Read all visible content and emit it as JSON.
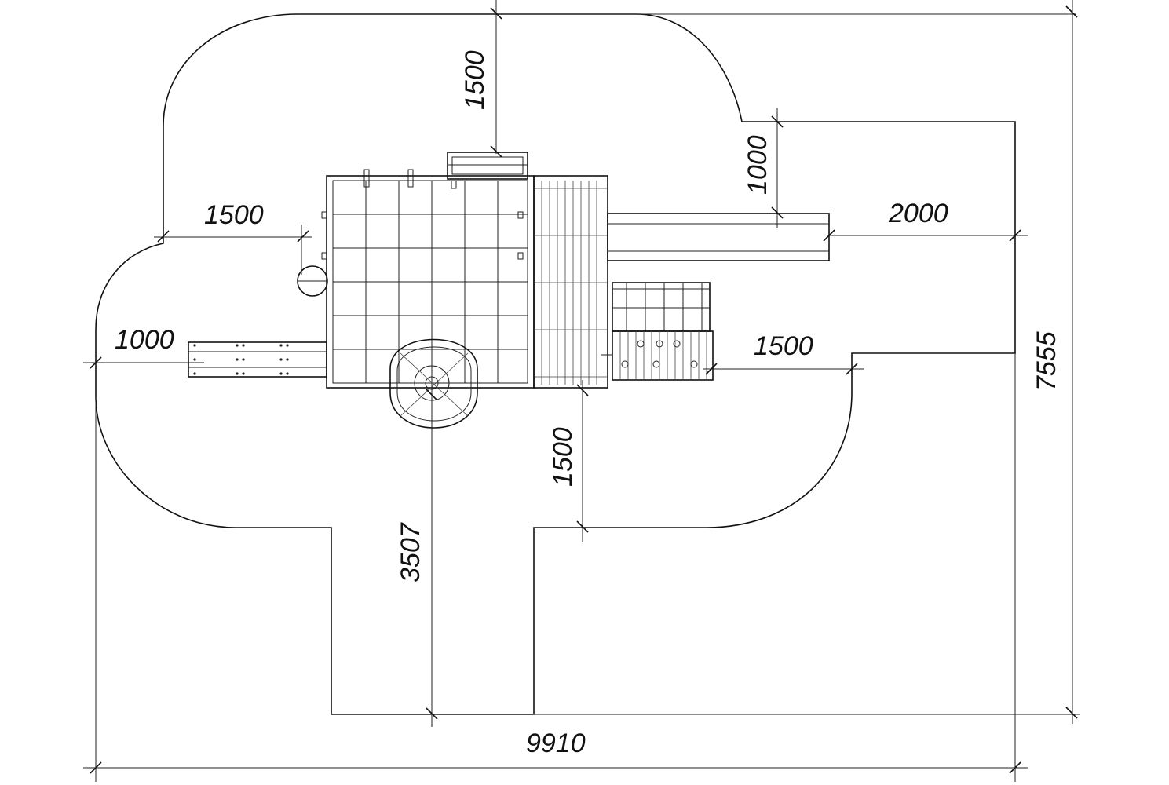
{
  "dimensions": {
    "top_clearance": "1500",
    "left_clearance": "1500",
    "left_slide_clearance": "1000",
    "right_top_clearance": "1000",
    "right_slide_clearance": "2000",
    "right_stair_clearance": "1500",
    "bottom_clearance": "1500",
    "inner_depth": "3507",
    "total_width": "9910",
    "total_height": "7555"
  },
  "colors": {
    "line": "#111111",
    "background": "#ffffff"
  }
}
